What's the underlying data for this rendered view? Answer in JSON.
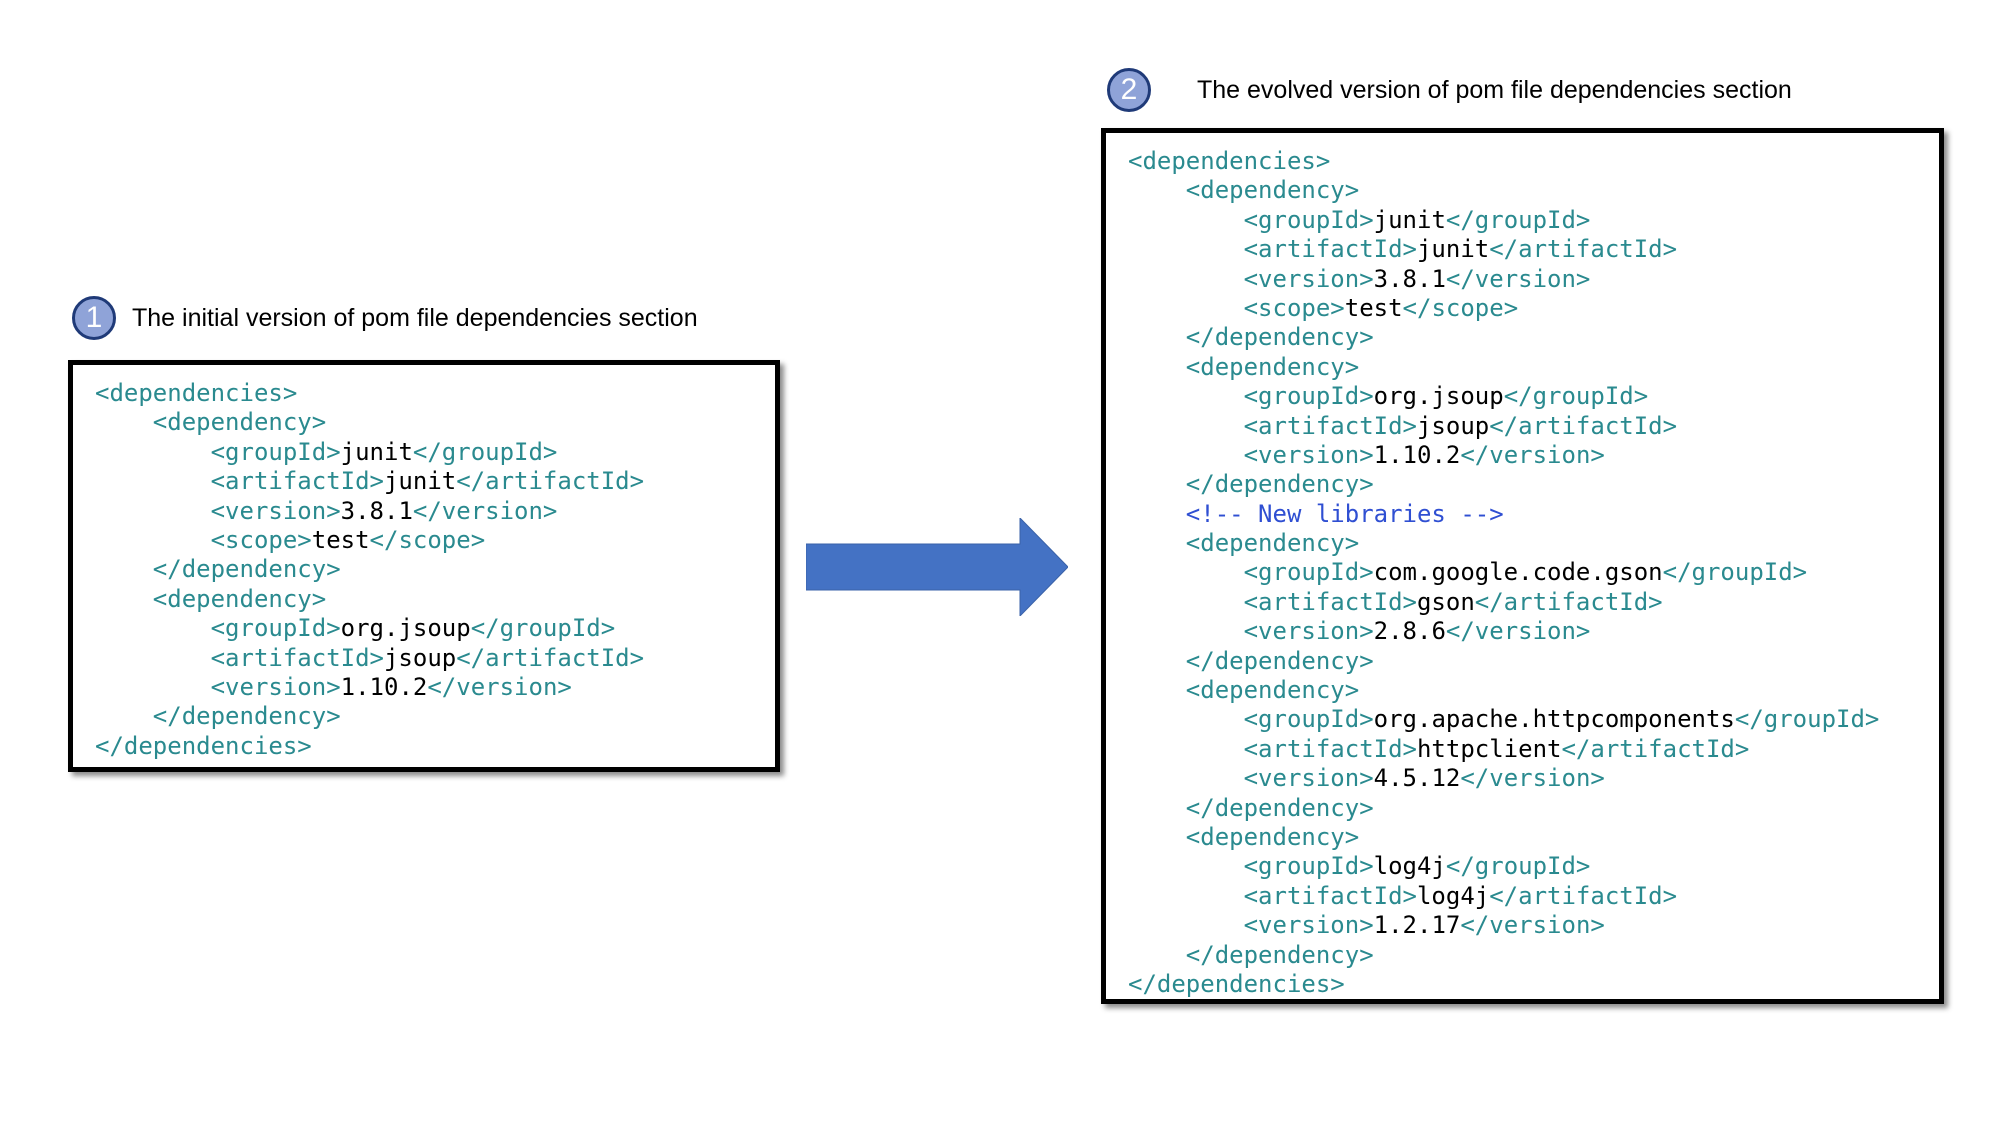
{
  "panels": [
    {
      "number": "1",
      "caption": "The initial version of pom file dependencies section",
      "lines": [
        {
          "indent": "",
          "open": "<dependencies>",
          "value": "",
          "close": ""
        },
        {
          "indent": "    ",
          "open": "<dependency>",
          "value": "",
          "close": ""
        },
        {
          "indent": "        ",
          "open": "<groupId>",
          "value": "junit",
          "close": "</groupId>"
        },
        {
          "indent": "        ",
          "open": "<artifactId>",
          "value": "junit",
          "close": "</artifactId>"
        },
        {
          "indent": "        ",
          "open": "<version>",
          "value": "3.8.1",
          "close": "</version>"
        },
        {
          "indent": "        ",
          "open": "<scope>",
          "value": "test",
          "close": "</scope>"
        },
        {
          "indent": "    ",
          "open": "</dependency>",
          "value": "",
          "close": ""
        },
        {
          "indent": "    ",
          "open": "<dependency>",
          "value": "",
          "close": ""
        },
        {
          "indent": "        ",
          "open": "<groupId>",
          "value": "org.jsoup",
          "close": "</groupId>"
        },
        {
          "indent": "        ",
          "open": "<artifactId>",
          "value": "jsoup",
          "close": "</artifactId>"
        },
        {
          "indent": "        ",
          "open": "<version>",
          "value": "1.10.2",
          "close": "</version>"
        },
        {
          "indent": "    ",
          "open": "</dependency>",
          "value": "",
          "close": ""
        },
        {
          "indent": "",
          "open": "</dependencies>",
          "value": "",
          "close": ""
        }
      ]
    },
    {
      "number": "2",
      "caption": "The evolved version of pom file dependencies section",
      "lines": [
        {
          "indent": "",
          "open": "<dependencies>",
          "value": "",
          "close": ""
        },
        {
          "indent": "    ",
          "open": "<dependency>",
          "value": "",
          "close": ""
        },
        {
          "indent": "        ",
          "open": "<groupId>",
          "value": "junit",
          "close": "</groupId>"
        },
        {
          "indent": "        ",
          "open": "<artifactId>",
          "value": "junit",
          "close": "</artifactId>"
        },
        {
          "indent": "        ",
          "open": "<version>",
          "value": "3.8.1",
          "close": "</version>"
        },
        {
          "indent": "        ",
          "open": "<scope>",
          "value": "test",
          "close": "</scope>"
        },
        {
          "indent": "    ",
          "open": "</dependency>",
          "value": "",
          "close": ""
        },
        {
          "indent": "    ",
          "open": "<dependency>",
          "value": "",
          "close": ""
        },
        {
          "indent": "        ",
          "open": "<groupId>",
          "value": "org.jsoup",
          "close": "</groupId>"
        },
        {
          "indent": "        ",
          "open": "<artifactId>",
          "value": "jsoup",
          "close": "</artifactId>"
        },
        {
          "indent": "        ",
          "open": "<version>",
          "value": "1.10.2",
          "close": "</version>"
        },
        {
          "indent": "    ",
          "open": "</dependency>",
          "value": "",
          "close": ""
        },
        {
          "indent": "    ",
          "comment": "<!-- New libraries -->"
        },
        {
          "indent": "    ",
          "open": "<dependency>",
          "value": "",
          "close": ""
        },
        {
          "indent": "        ",
          "open": "<groupId>",
          "value": "com.google.code.gson",
          "close": "</groupId>"
        },
        {
          "indent": "        ",
          "open": "<artifactId>",
          "value": "gson",
          "close": "</artifactId>"
        },
        {
          "indent": "        ",
          "open": "<version>",
          "value": "2.8.6",
          "close": "</version>"
        },
        {
          "indent": "    ",
          "open": "</dependency>",
          "value": "",
          "close": ""
        },
        {
          "indent": "    ",
          "open": "<dependency>",
          "value": "",
          "close": ""
        },
        {
          "indent": "        ",
          "open": "<groupId>",
          "value": "org.apache.httpcomponents",
          "close": "</groupId>"
        },
        {
          "indent": "        ",
          "open": "<artifactId>",
          "value": "httpclient",
          "close": "</artifactId>"
        },
        {
          "indent": "        ",
          "open": "<version>",
          "value": "4.5.12",
          "close": "</version>"
        },
        {
          "indent": "    ",
          "open": "</dependency>",
          "value": "",
          "close": ""
        },
        {
          "indent": "    ",
          "open": "<dependency>",
          "value": "",
          "close": ""
        },
        {
          "indent": "        ",
          "open": "<groupId>",
          "value": "log4j",
          "close": "</groupId>"
        },
        {
          "indent": "        ",
          "open": "<artifactId>",
          "value": "log4j",
          "close": "</artifactId>"
        },
        {
          "indent": "        ",
          "open": "<version>",
          "value": "1.2.17",
          "close": "</version>"
        },
        {
          "indent": "    ",
          "open": "</dependency>",
          "value": "",
          "close": ""
        },
        {
          "indent": "",
          "open": "</dependencies>",
          "value": "",
          "close": ""
        }
      ]
    }
  ],
  "arrow": {
    "icon": "right-arrow-icon",
    "color": "#4472c4"
  },
  "colors": {
    "tag": "#2a8a8f",
    "value": "#000000",
    "comment": "#2f4fd2",
    "badge_fill": "#8fa3d8",
    "badge_border": "#1f3a78"
  }
}
